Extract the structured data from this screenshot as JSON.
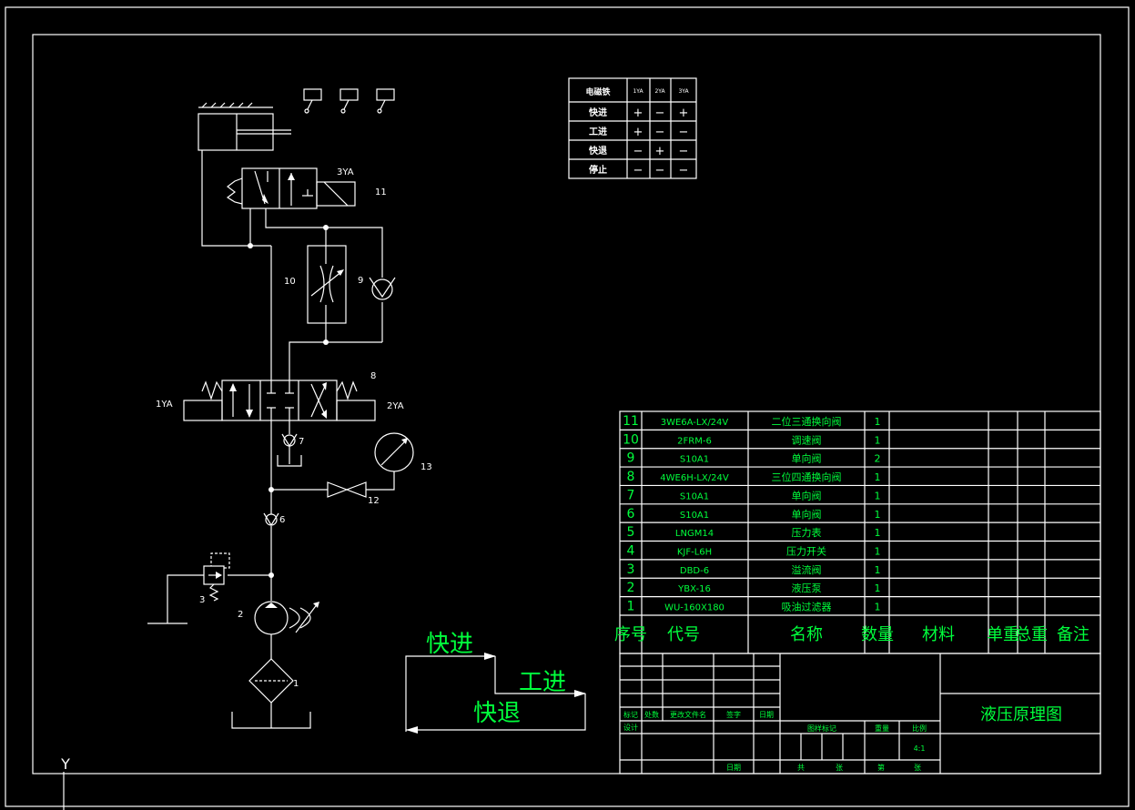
{
  "component_labels": {
    "c11": "11",
    "c10": "10",
    "c9": "9",
    "c8": "8",
    "c7": "7",
    "c6": "6",
    "c3": "3",
    "c2": "2",
    "c1": "1",
    "c12": "12",
    "c13": "13",
    "sol3": "3YA",
    "sol1": "1YA",
    "sol2": "2YA",
    "axis_y": "Y"
  },
  "solenoid_table": {
    "header": [
      "电磁铁",
      "1YA",
      "2YA",
      "3YA"
    ],
    "rows": [
      [
        "快进",
        "+",
        "−",
        "+"
      ],
      [
        "工进",
        "+",
        "−",
        "−"
      ],
      [
        "快退",
        "−",
        "+",
        "−"
      ],
      [
        "停止",
        "−",
        "−",
        "−"
      ]
    ]
  },
  "cycle": {
    "fast_forward": "快进",
    "work_feed": "工进",
    "fast_return": "快退"
  },
  "parts_list": {
    "header": {
      "no": "序号",
      "code": "代号",
      "name": "名称",
      "qty": "数量",
      "material": "材料",
      "unit_weight": "单重",
      "total_weight": "总重",
      "remark": "备注"
    },
    "rows": [
      {
        "no": "11",
        "code": "3WE6A-LX/24V",
        "name": "二位三通换向阀",
        "qty": "1"
      },
      {
        "no": "10",
        "code": "2FRM-6",
        "name": "调速阀",
        "qty": "1"
      },
      {
        "no": "9",
        "code": "S10A1",
        "name": "单向阀",
        "qty": "2"
      },
      {
        "no": "8",
        "code": "4WE6H-LX/24V",
        "name": "三位四通换向阀",
        "qty": "1"
      },
      {
        "no": "7",
        "code": "S10A1",
        "name": "单向阀",
        "qty": "1"
      },
      {
        "no": "6",
        "code": "S10A1",
        "name": "单向阀",
        "qty": "1"
      },
      {
        "no": "5",
        "code": "LNGM14",
        "name": "压力表",
        "qty": "1"
      },
      {
        "no": "4",
        "code": "KJF-L6H",
        "name": "压力开关",
        "qty": "1"
      },
      {
        "no": "3",
        "code": "DBD-6",
        "name": "溢流阀",
        "qty": "1"
      },
      {
        "no": "2",
        "code": "YBX-16",
        "name": "液压泵",
        "qty": "1"
      },
      {
        "no": "1",
        "code": "WU-160X180",
        "name": "吸油过滤器",
        "qty": "1"
      }
    ]
  },
  "title_block": {
    "drawing_title": "液压原理图",
    "mark": "标记",
    "count": "处数",
    "change_doc": "更改文件名",
    "sign": "签字",
    "date": "日期",
    "design": "设计",
    "date2": "日期",
    "stage": "图样标记",
    "weight": "重量",
    "scale_label": "比例",
    "scale": "4:1",
    "total_sheets": "共",
    "sheet": "张",
    "sheet_no": "第",
    "sheet2": "张"
  },
  "colors": {
    "line": "#ffffff",
    "text": "#00ff3c",
    "background": "#000000"
  }
}
